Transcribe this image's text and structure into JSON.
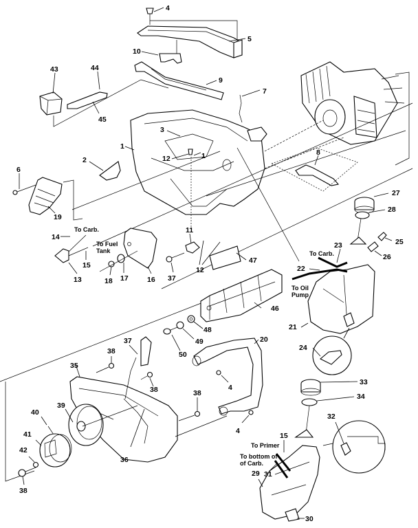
{
  "diagram": {
    "type": "exploded-parts-diagram",
    "subject": "chainsaw housing, handles, fuel and oil tanks, starter assembly",
    "callouts": {
      "c1a": "1",
      "c1b": "1",
      "c2": "2",
      "c3": "3",
      "c4a": "4",
      "c4b": "4",
      "c4c": "4",
      "c5": "5",
      "c6": "6",
      "c7": "7",
      "c8": "8",
      "c9": "9",
      "c10": "10",
      "c11": "11",
      "c12a": "12",
      "c12b": "12",
      "c13": "13",
      "c14": "14",
      "c15a": "15",
      "c15b": "15",
      "c16": "16",
      "c17": "17",
      "c18": "18",
      "c19": "19",
      "c20": "20",
      "c21": "21",
      "c22": "22",
      "c23": "23",
      "c24": "24",
      "c25": "25",
      "c26": "26",
      "c27": "27",
      "c28": "28",
      "c29": "29",
      "c30": "30",
      "c31": "31",
      "c32": "32",
      "c33": "33",
      "c34": "34",
      "c35": "35",
      "c36": "36",
      "c37a": "37",
      "c37b": "37",
      "c38a": "38",
      "c38b": "38",
      "c38c": "38",
      "c38d": "38",
      "c39": "39",
      "c40": "40",
      "c41": "41",
      "c42": "42",
      "c43": "43",
      "c44": "44",
      "c45": "45",
      "c46": "46",
      "c47": "47",
      "c48": "48",
      "c49": "49",
      "c50": "50"
    },
    "notes": {
      "to_carb_primer": "To Carb.",
      "to_fuel_tank_1": "To Fuel",
      "to_fuel_tank_2": "Tank",
      "to_carb_oil": "To Carb.",
      "to_oil_pump_1": "To Oil",
      "to_oil_pump_2": "Pump",
      "to_primer": "To Primer",
      "to_bottom_carb_1": "To bottom of",
      "to_bottom_carb_2": "of Carb."
    }
  }
}
